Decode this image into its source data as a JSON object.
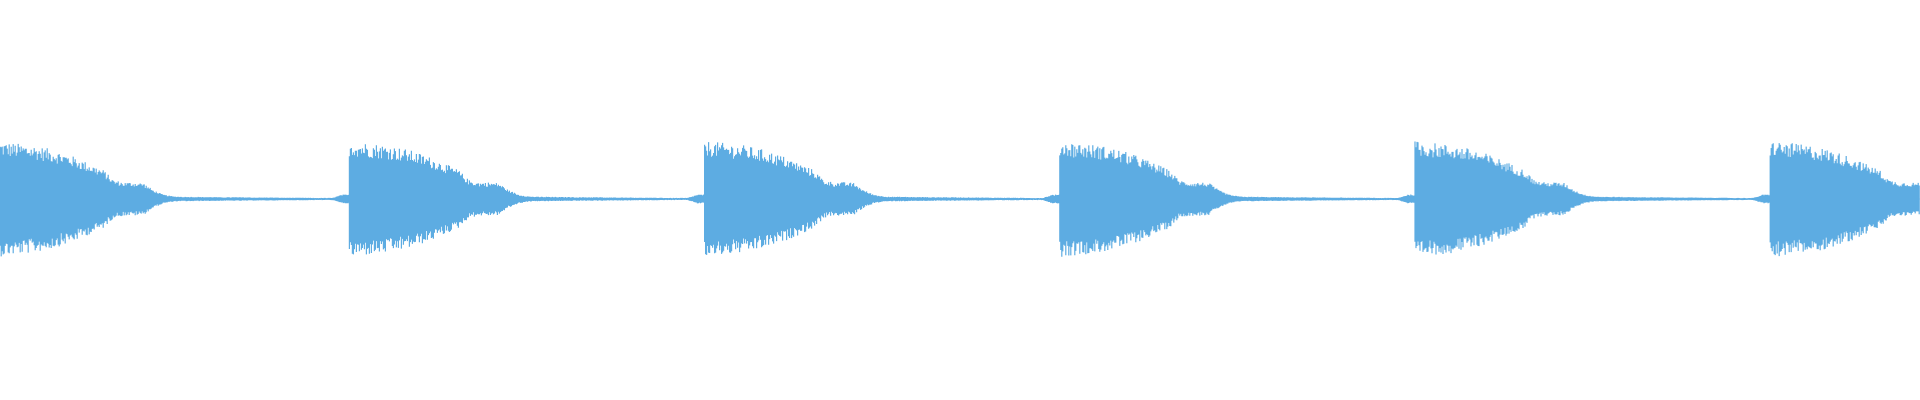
{
  "chart_data": {
    "type": "area",
    "description_kind": "audio-waveform",
    "title": "",
    "xlabel": "",
    "ylabel": "",
    "ylim": [
      -1,
      1
    ],
    "grid": false,
    "legend": "none",
    "color": "#5DACE2",
    "background": "#FFFFFF",
    "burst_count": 6,
    "burst_period_fraction": 0.185,
    "first_burst_offset_fraction": -0.003,
    "envelope_step_fraction_of_period": 0.028,
    "burst_envelope_amplitude": [
      0.26,
      0.255,
      0.25,
      0.245,
      0.24,
      0.23,
      0.22,
      0.205,
      0.19,
      0.17,
      0.15,
      0.13,
      0.085,
      0.075,
      0.075,
      0.072,
      0.04,
      0.02,
      0.012,
      0.01,
      0.01,
      0.009,
      0.009,
      0.008,
      0.008,
      0.008,
      0.007,
      0.007,
      0.007,
      0.006,
      0.006,
      0.006,
      0.005,
      0.005,
      0.005,
      0.02
    ]
  }
}
